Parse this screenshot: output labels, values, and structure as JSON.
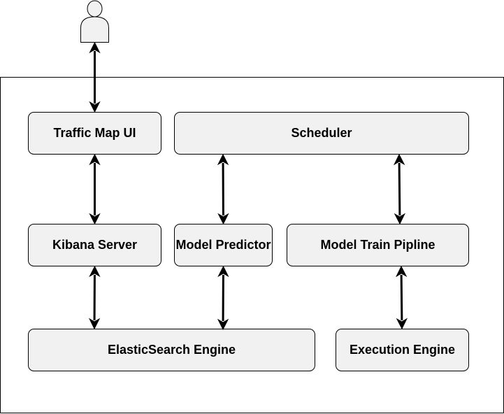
{
  "diagram": {
    "actor": {
      "name": "user"
    },
    "nodes": {
      "traffic_map_ui": "Traffic Map UI",
      "scheduler": "Scheduler",
      "kibana_server": "Kibana Server",
      "model_predictor": "Model Predictor",
      "model_train_pipeline": "Model Train Pipline",
      "elasticsearch_engine": "ElasticSearch Engine",
      "execution_engine": "Execution Engine"
    },
    "connections": [
      {
        "from": "user",
        "to": "Traffic Map UI",
        "direction": "both"
      },
      {
        "from": "Traffic Map UI",
        "to": "Kibana Server",
        "direction": "both"
      },
      {
        "from": "Kibana Server",
        "to": "ElasticSearch Engine",
        "direction": "both"
      },
      {
        "from": "Scheduler",
        "to": "Model Predictor",
        "direction": "both"
      },
      {
        "from": "Model Predictor",
        "to": "ElasticSearch Engine",
        "direction": "both"
      },
      {
        "from": "Scheduler",
        "to": "Model Train Pipline",
        "direction": "both"
      },
      {
        "from": "Model Train Pipline",
        "to": "Execution Engine",
        "direction": "both"
      }
    ],
    "colors": {
      "node_fill": "#f1f1f1",
      "stroke": "#000000",
      "background": "#ffffff"
    }
  }
}
